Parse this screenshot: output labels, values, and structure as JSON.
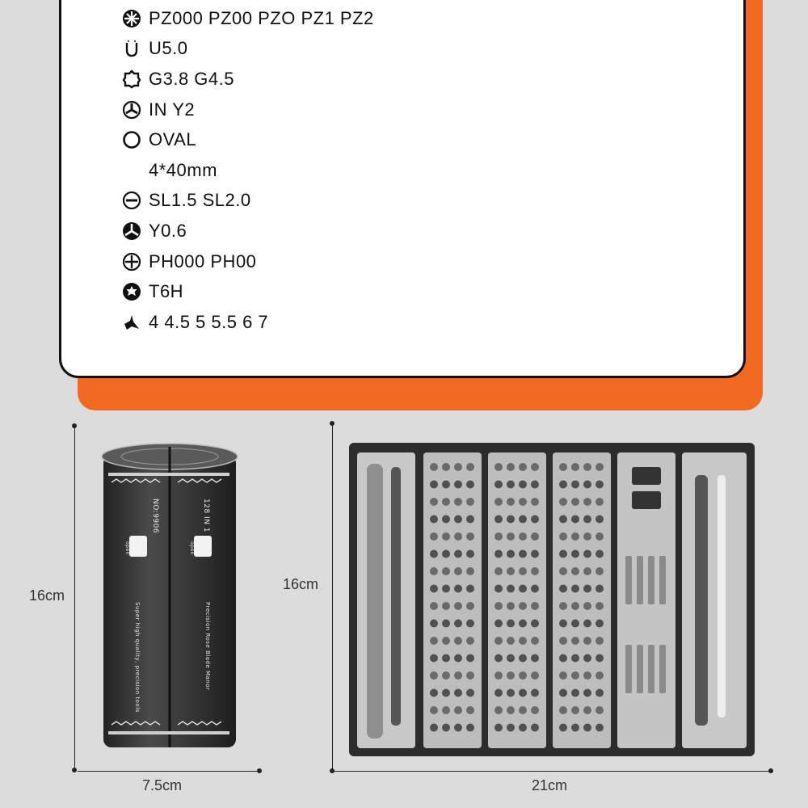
{
  "spec_items": [
    {
      "icon": "pozidriv-icon",
      "text": "PZ000 PZ00 PZO PZ1 PZ2"
    },
    {
      "icon": "u-bit-icon",
      "text": "U5.0"
    },
    {
      "icon": "gear-bit-icon",
      "text": "G3.8 G4.5"
    },
    {
      "icon": "tri-wing-icon",
      "text": "IN Y2"
    },
    {
      "icon": "oval-bit-icon",
      "text": "OVAL"
    },
    {
      "icon": "",
      "text": "4*40mm"
    },
    {
      "icon": "slotted-bit-icon",
      "text": "SL1.5 SL2.0"
    },
    {
      "icon": "y-bit-icon",
      "text": "Y0.6"
    },
    {
      "icon": "phillips-bit-icon",
      "text": "PH000 PH00"
    },
    {
      "icon": "torx-bit-icon",
      "text": "T6H"
    },
    {
      "icon": "socket-bit-icon",
      "text": "4 4.5 5 5.5 6 7"
    }
  ],
  "product": {
    "model_no": "NO:9906",
    "count_label": "128 IN 1",
    "tagline": "Super high quality, precision tools",
    "brand_line": "Precision Rose Blade Manor",
    "thumb_label": "open"
  },
  "dimensions": {
    "cylinder_height": "16cm",
    "cylinder_width": "7.5cm",
    "case_height": "16cm",
    "case_width": "21cm"
  },
  "colors": {
    "accent_orange": "#f26a22",
    "card_white": "#ffffff",
    "background": "#dcdcdc",
    "tool_dark": "#3a3a3a",
    "tray_grey": "#bdbdbd"
  }
}
